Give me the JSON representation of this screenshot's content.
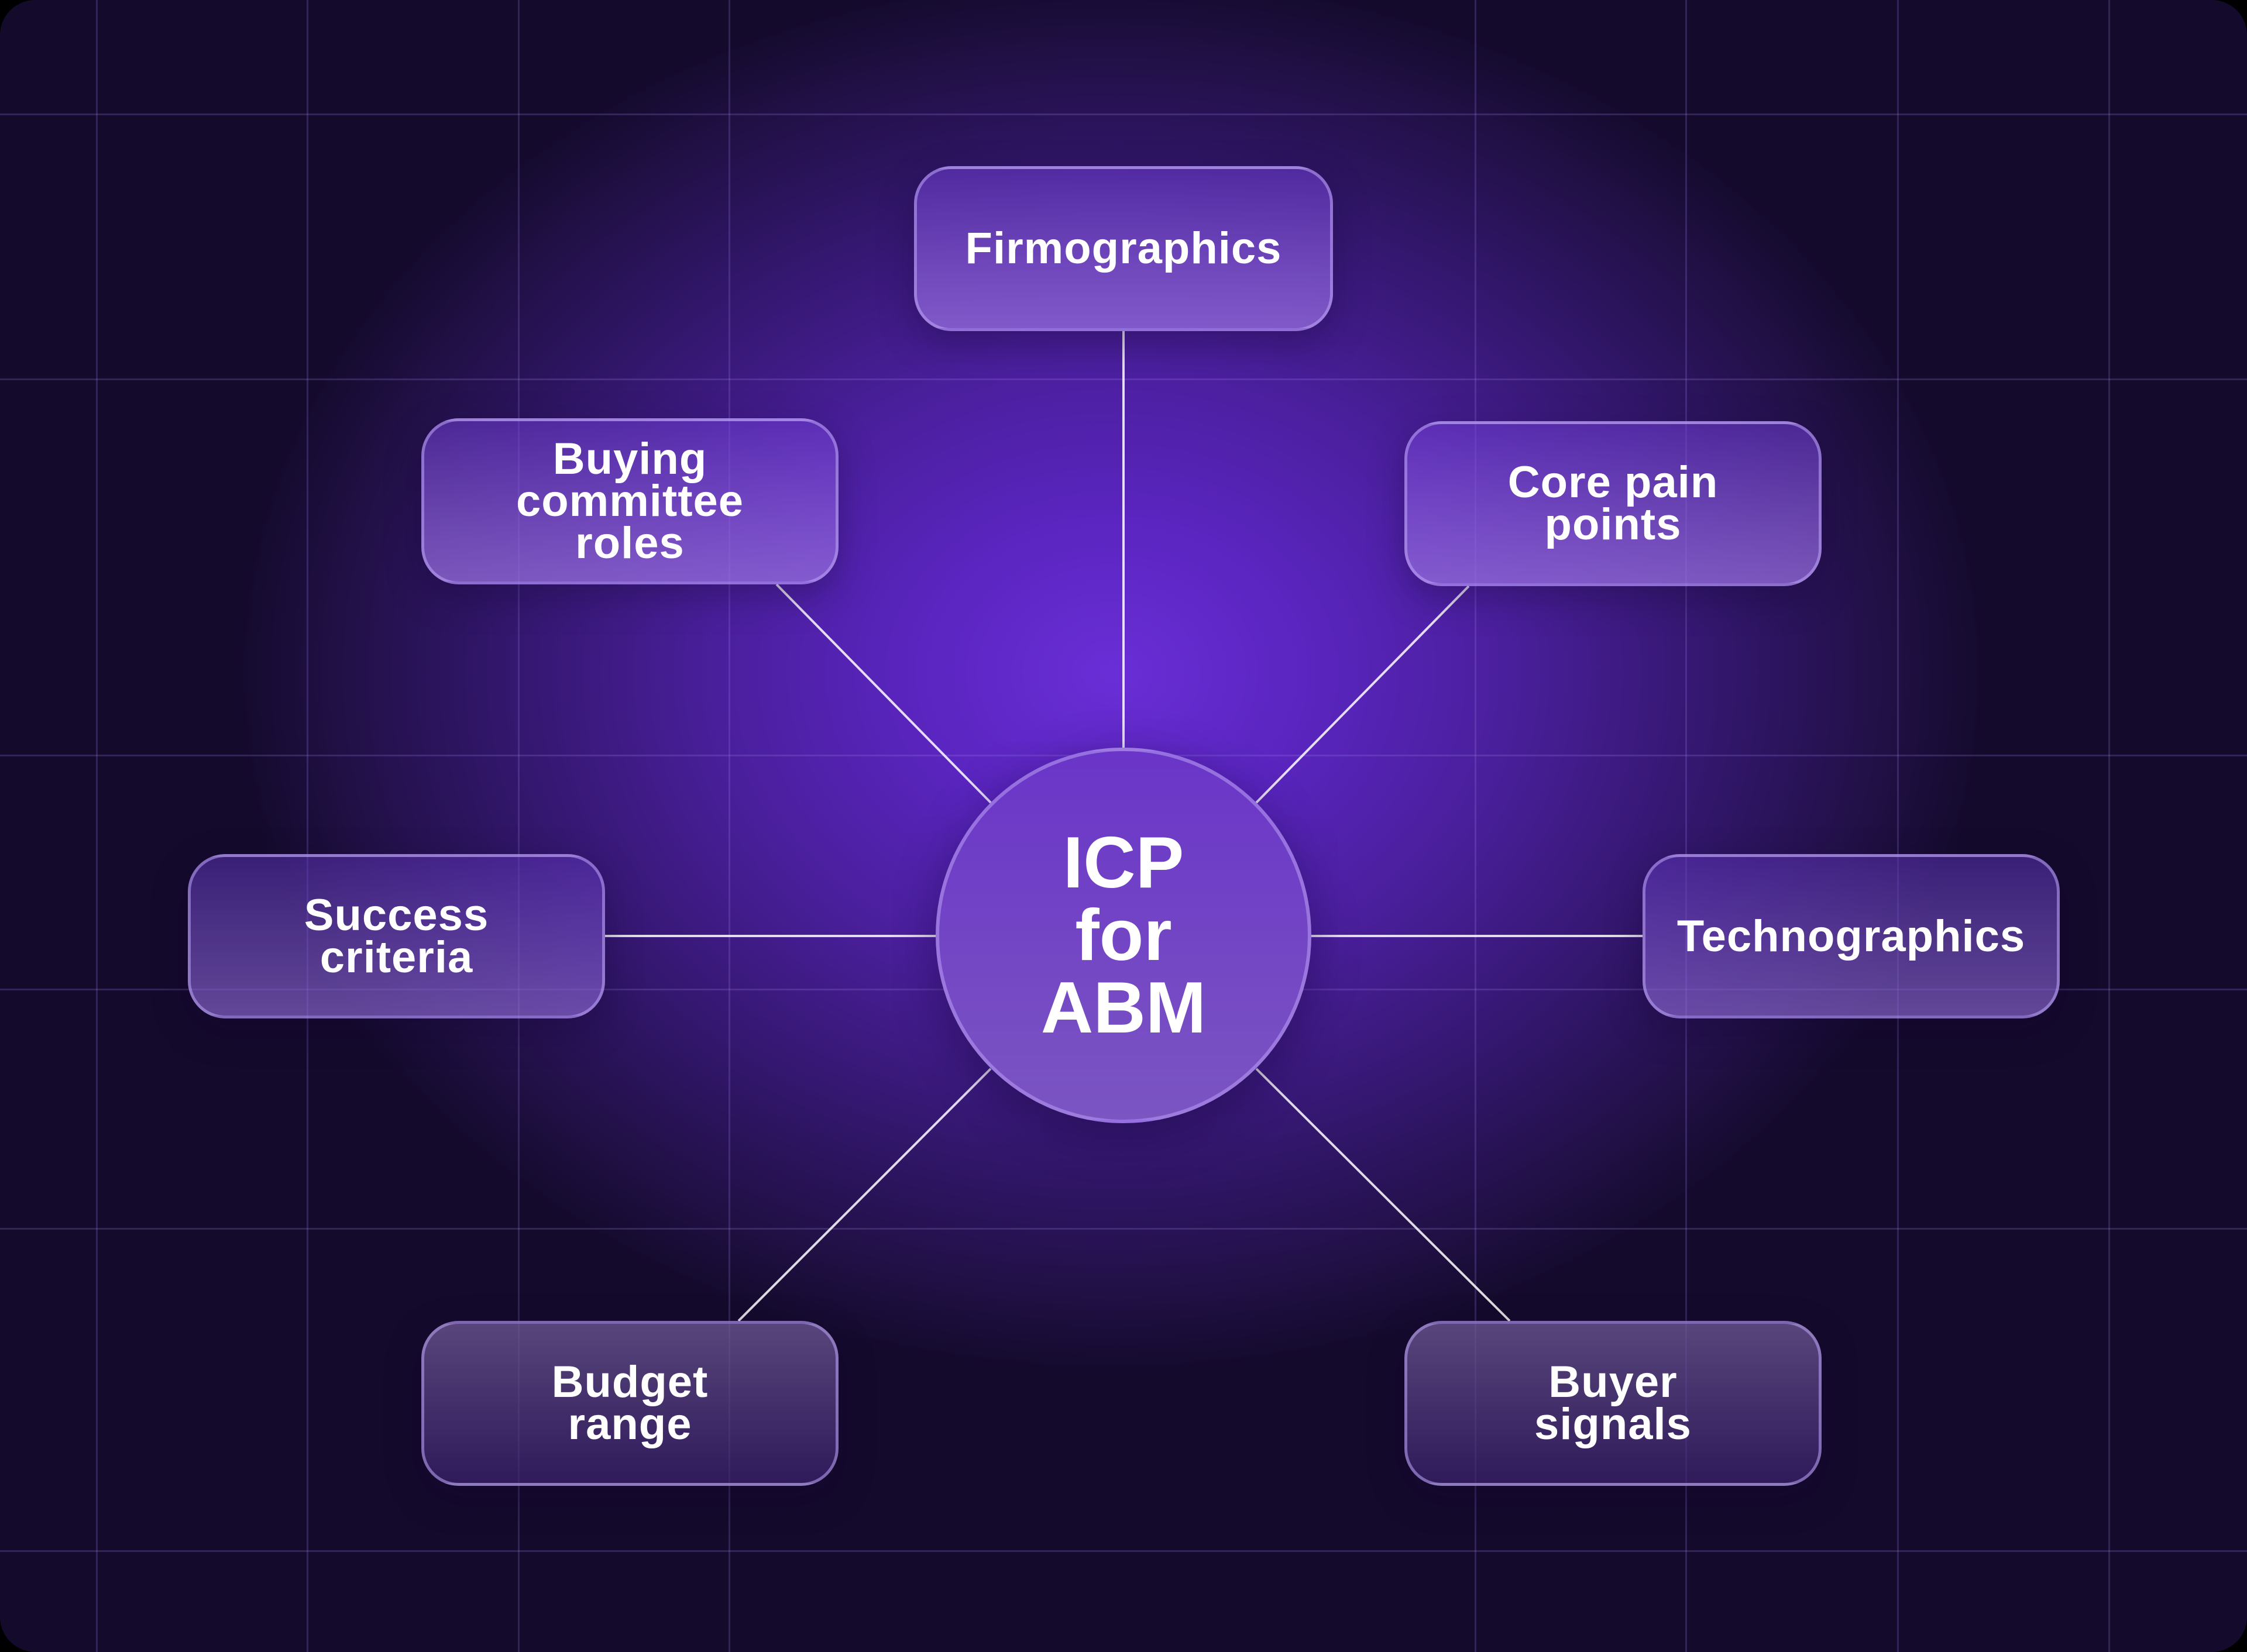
{
  "diagram": {
    "type": "hub-and-spoke",
    "center": {
      "label": "ICP\nfor\nABM"
    },
    "nodes": [
      {
        "id": "firmographics",
        "label": "Firmographics",
        "position": "top"
      },
      {
        "id": "core-pain-points",
        "label": "Core pain\npoints",
        "position": "top-right"
      },
      {
        "id": "technographics",
        "label": "Technographics",
        "position": "right"
      },
      {
        "id": "buyer-signals",
        "label": "Buyer\nsignals",
        "position": "bottom-right"
      },
      {
        "id": "budget-range",
        "label": "Budget\nrange",
        "position": "bottom-left"
      },
      {
        "id": "success-criteria",
        "label": "Success\ncriteria",
        "position": "left"
      },
      {
        "id": "buying-committee-roles",
        "label": "Buying\ncommittee\nroles",
        "position": "top-left"
      }
    ]
  },
  "colors": {
    "background_center": "#6a2ed6",
    "background_edge": "#140a2c",
    "node_border": "#bea5f5",
    "connector": "#ffffff",
    "text": "#ffffff"
  }
}
